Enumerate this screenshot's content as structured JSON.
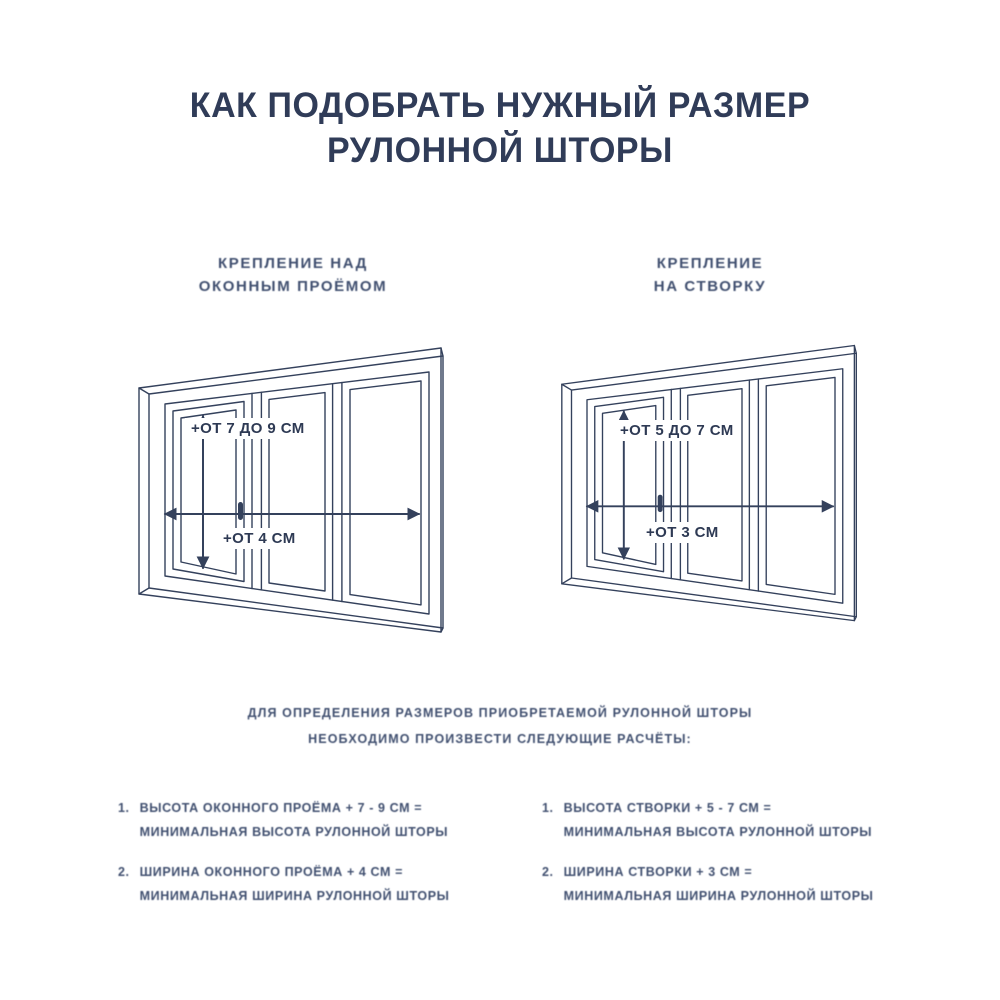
{
  "title": {
    "line1": "КАК ПОДОБРАТЬ НУЖНЫЙ РАЗМЕР",
    "line2": "РУЛОННОЙ ШТОРЫ"
  },
  "diagrams": [
    {
      "heading_line1": "КРЕПЛЕНИЕ НАД",
      "heading_line2": "ОКОННЫМ ПРОЁМОМ",
      "height_label": "+ОТ 7 ДО 9 СМ",
      "width_label": "+ОТ 4 СМ"
    },
    {
      "heading_line1": "КРЕПЛЕНИЕ",
      "heading_line2": "НА СТВОРКУ",
      "height_label": "+ОТ 5 ДО 7 СМ",
      "width_label": "+ОТ 3 СМ"
    }
  ],
  "note": {
    "line1": "ДЛЯ ОПРЕДЕЛЕНИЯ РАЗМЕРОВ ПРИОБРЕТАЕМОЙ РУЛОННОЙ ШТОРЫ",
    "line2": "НЕОБХОДИМО ПРОИЗВЕСТИ СЛЕДУЮЩИЕ РАСЧЁТЫ:"
  },
  "calculations": {
    "left": [
      {
        "num": "1.",
        "line1": "ВЫСОТА ОКОННОГО ПРОЁМА + 7 - 9 СМ =",
        "line2": "МИНИМАЛЬНАЯ ВЫСОТА РУЛОННОЙ ШТОРЫ"
      },
      {
        "num": "2.",
        "line1": "ШИРИНА ОКОННОГО ПРОЁМА + 4 СМ =",
        "line2": "МИНИМАЛЬНАЯ ШИРИНА РУЛОННОЙ ШТОРЫ"
      }
    ],
    "right": [
      {
        "num": "1.",
        "line1": "ВЫСОТА СТВОРКИ + 5 - 7 СМ =",
        "line2": "МИНИМАЛЬНАЯ ВЫСОТА РУЛОННОЙ ШТОРЫ"
      },
      {
        "num": "2.",
        "line1": "ШИРИНА СТВОРКИ + 3 СМ =",
        "line2": "МИНИМАЛЬНАЯ ШИРИНА РУЛОННОЙ ШТОРЫ"
      }
    ]
  },
  "colors": {
    "ink": "#34415c",
    "background": "#ffffff"
  }
}
